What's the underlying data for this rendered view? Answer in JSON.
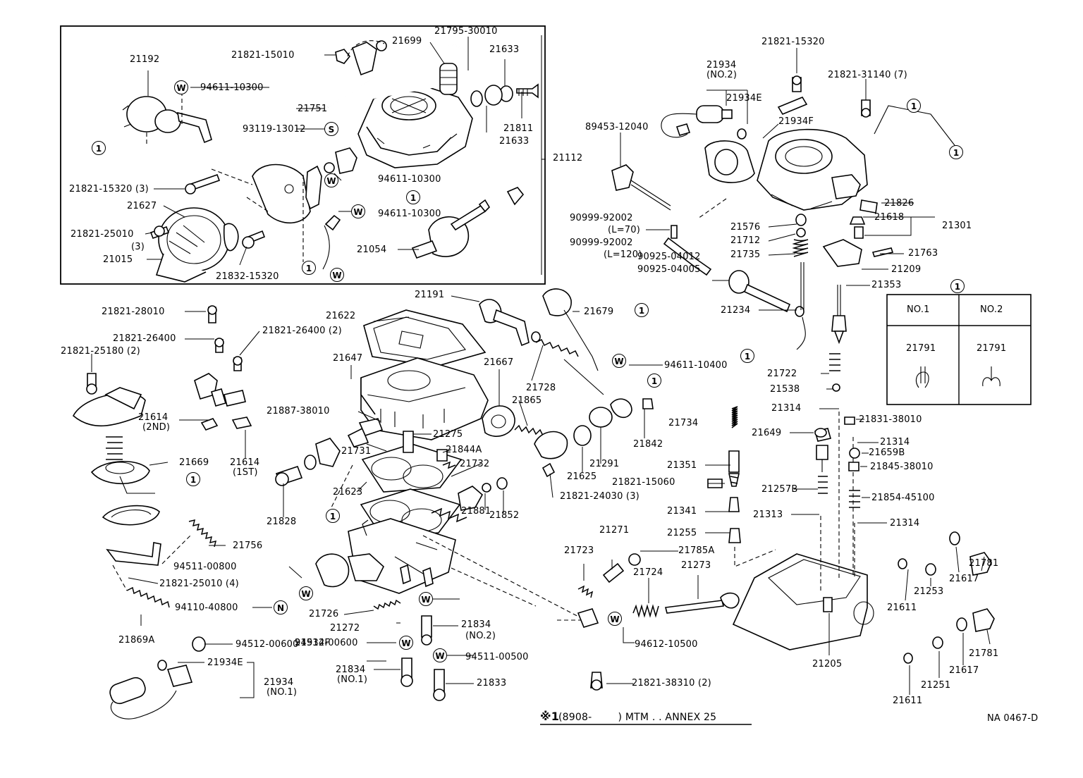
{
  "diagram": {
    "code": "NA 0467-D",
    "note": {
      "mark": "※1",
      "text": "(8908-        ) MTM . . ANNEX 25"
    },
    "legend": {
      "title": "1",
      "col1": "NO.1",
      "col2": "NO.2",
      "part1": "21791",
      "part2": "21791"
    },
    "labels": [
      "21192",
      "94611-10300",
      "21821-15010",
      "21699",
      "21795-30010",
      "21633",
      "21751",
      "93119-13012",
      "21811",
      "21633",
      "21112",
      "21821-15320 (3)",
      "21627",
      "94611-10300",
      "21821-25010",
      "(3)",
      "21015",
      "94611-10300",
      "21054",
      "21832-15320",
      "21821-15320",
      "21934",
      "(NO.2)",
      "21934E",
      "21821-31140 (7)",
      "89453-12040",
      "21934F",
      "21826",
      "90999-92002",
      "(L=70)",
      "90999-92002",
      "(L=120)",
      "21576",
      "21712",
      "21735",
      "21618",
      "21301",
      "21763",
      "21209",
      "90925-04012",
      "90925-04005",
      "21353",
      "21234",
      "21191",
      "21622",
      "21679",
      "94611-10400",
      "21722",
      "21538",
      "21821-28010",
      "21821-26400",
      "21821-26400 (2)",
      "21821-25180 (2)",
      "21647",
      "21667",
      "21728",
      "21887-38010",
      "21865",
      "21275",
      "21614",
      "(2ND)",
      "21614",
      "(1ST)",
      "21842",
      "21669",
      "21731",
      "21844A",
      "21732",
      "21625",
      "21291",
      "21623",
      "21828",
      "21852",
      "21881",
      "21821-24030 (3)",
      "21756",
      "94511-00800",
      "21821-25010 (4)",
      "94110-40800",
      "21726",
      "21869A",
      "94512-00600",
      "21272",
      "21834",
      "(NO.2)",
      "94512-00600",
      "21934F",
      "94511-00500",
      "21934E",
      "21934",
      "(NO.1)",
      "21834",
      "(NO.1)",
      "21833",
      "21271",
      "21723",
      "21785A",
      "21724",
      "21273",
      "94612-10500",
      "21821-38310 (2)",
      "21734",
      "21351",
      "21821-15060",
      "21257B",
      "21341",
      "21255",
      "21314",
      "21831-38010",
      "21649",
      "21314",
      "21659B",
      "21845-38010",
      "21854-45100",
      "21313",
      "21314",
      "21781",
      "21253",
      "21617",
      "21611",
      "21205",
      "21781",
      "21617",
      "21251",
      "21611"
    ],
    "symbols": [
      "1",
      "1",
      "1",
      "1",
      "1",
      "1",
      "1",
      "1",
      "1",
      "1",
      "1",
      "1",
      "W",
      "W",
      "W",
      "W",
      "W",
      "W",
      "W",
      "W",
      "W",
      "W",
      "S",
      "N"
    ]
  }
}
